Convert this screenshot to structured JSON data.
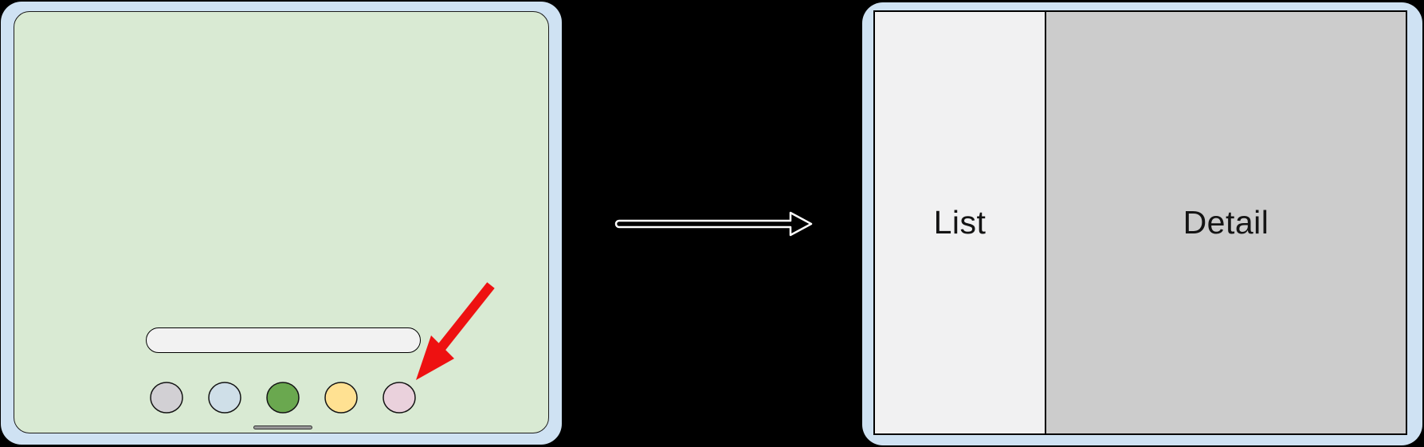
{
  "background_color": "#000000",
  "left_device": {
    "frame_color": "#cfe2f3",
    "screen_color": "#d9ead3",
    "search_pill": {
      "value": "",
      "fill_color": "#f2f2f2"
    },
    "dock_icons": [
      {
        "name": "app-icon-gray",
        "color": "#d2d0d4"
      },
      {
        "name": "app-icon-blue",
        "color": "#cfdfe8"
      },
      {
        "name": "app-icon-green",
        "color": "#6aa84f"
      },
      {
        "name": "app-icon-yellow",
        "color": "#ffe192"
      },
      {
        "name": "app-icon-pink",
        "color": "#ead1dc"
      }
    ],
    "home_indicator_color": "#999999"
  },
  "annotation": {
    "tap_arrow_color": "#ee1111"
  },
  "transition_arrow": {
    "fill_color": "#000000",
    "stroke_color": "#ffffff"
  },
  "right_device": {
    "frame_color": "#cfe2f3",
    "panes": [
      {
        "label": "List",
        "color": "#f1f1f2"
      },
      {
        "label": "Detail",
        "color": "#cccccc"
      }
    ]
  }
}
